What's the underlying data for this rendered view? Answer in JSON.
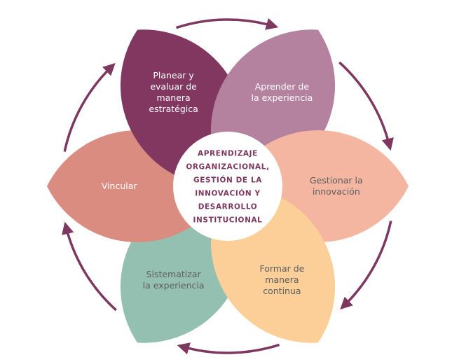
{
  "colors": {
    "arrow": "#7e3860",
    "center_fill": "#ffffff",
    "center_text": "#7e3860"
  },
  "center": {
    "lines": [
      "Aprendizaje",
      "organizacional,",
      "gestión de la",
      "innovación y",
      "desarrollo",
      "institucional"
    ]
  },
  "petals": [
    {
      "id": "sistematizar",
      "angle": 120,
      "color": "#94c0b1",
      "text_color": "#5e5e60",
      "lines": [
        "Sistematizar",
        "la experiencia"
      ]
    },
    {
      "id": "vincular",
      "angle": 180,
      "color": "#da8c80",
      "text_color": "#ffffff",
      "lines": [
        "Vincular"
      ]
    },
    {
      "id": "planear",
      "angle": 240,
      "color": "#823760",
      "text_color": "#ffffff",
      "lines": [
        "Planear y",
        "evaluar de",
        "manera",
        "estratégica"
      ]
    },
    {
      "id": "aprender",
      "angle": 300,
      "color": "#b4819f",
      "text_color": "#ffffff",
      "lines": [
        "Aprender de",
        "la experiencia"
      ]
    },
    {
      "id": "gestionar",
      "angle": 0,
      "color": "#f4b6a0",
      "text_color": "#5e5e60",
      "lines": [
        "Gestionar la",
        "innovación"
      ]
    },
    {
      "id": "formar",
      "angle": 60,
      "color": "#fcce98",
      "text_color": "#5e5e60",
      "lines": [
        "Formar de",
        "manera",
        "continua"
      ]
    }
  ],
  "cycle_arrows": [
    {
      "from": "planear",
      "to": "aprender",
      "direction": "clockwise"
    },
    {
      "from": "aprender",
      "to": "gestionar",
      "direction": "clockwise"
    },
    {
      "from": "gestionar",
      "to": "formar",
      "direction": "clockwise"
    },
    {
      "from": "formar",
      "to": "sistematizar",
      "direction": "clockwise"
    },
    {
      "from": "sistematizar",
      "to": "vincular",
      "direction": "clockwise"
    },
    {
      "from": "vincular",
      "to": "planear",
      "direction": "clockwise"
    }
  ]
}
